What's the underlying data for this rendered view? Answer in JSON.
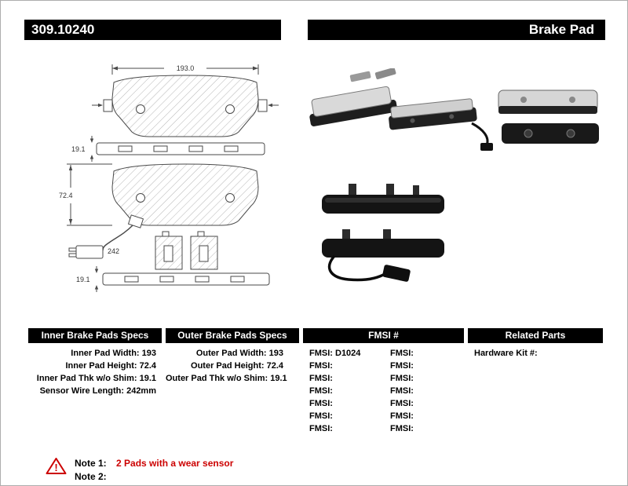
{
  "header": {
    "part_number": "309.10240",
    "product_name": "Brake Pad"
  },
  "diagram": {
    "dims": {
      "width": "193.0",
      "thickness_top": "19.1",
      "height": "72.4",
      "sensor_wire": "242",
      "thickness_bottom": "19.1"
    }
  },
  "specs": {
    "inner": {
      "title": "Inner Brake Pads Specs",
      "rows": [
        "Inner Pad Width: 193",
        "Inner Pad Height: 72.4",
        "Inner Pad Thk w/o Shim: 19.1",
        "Sensor Wire Length: 242mm"
      ]
    },
    "outer": {
      "title": "Outer Brake Pads Specs",
      "rows": [
        "Outer Pad Width: 193",
        "Outer Pad Height: 72.4",
        "Outer Pad Thk w/o Shim: 19.1"
      ]
    },
    "fmsi": {
      "title": "FMSI #",
      "left": [
        "FMSI: D1024",
        "FMSI:",
        "FMSI:",
        "FMSI:",
        "FMSI:",
        "FMSI:",
        "FMSI:"
      ],
      "right": [
        "FMSI:",
        "FMSI:",
        "FMSI:",
        "FMSI:",
        "FMSI:",
        "FMSI:",
        "FMSI:"
      ]
    },
    "related": {
      "title": "Related Parts",
      "rows": [
        "Hardware Kit #:"
      ]
    }
  },
  "notes": {
    "warning_glyph": "!",
    "note1_label": "Note 1:",
    "note1_text": "2 Pads with a wear sensor",
    "note2_label": "Note 2:",
    "note2_text": ""
  },
  "colors": {
    "header_bg": "#000000",
    "header_text": "#ffffff",
    "accent_red": "#cc0000",
    "drawing_line": "#4a4a4a"
  }
}
